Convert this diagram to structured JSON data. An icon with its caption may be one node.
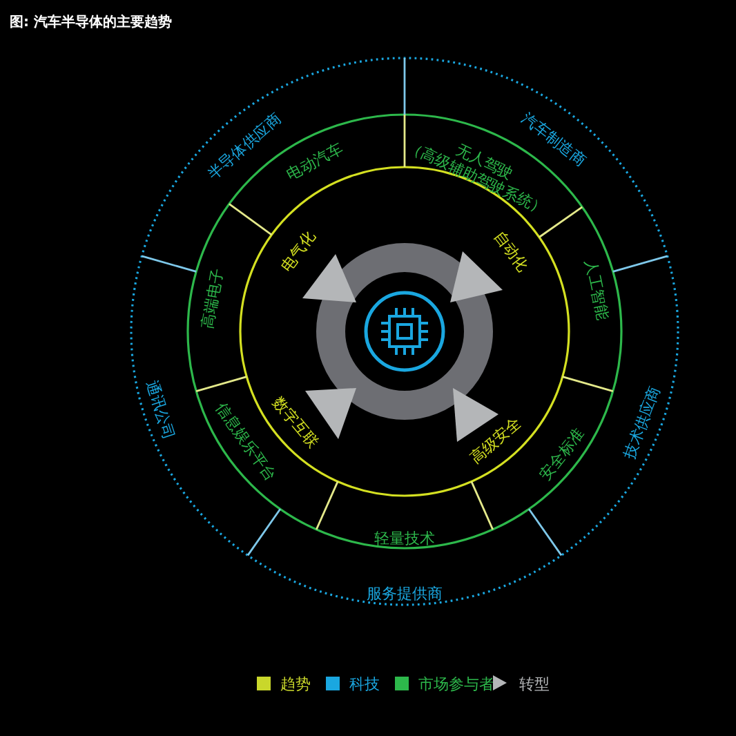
{
  "diagram": {
    "title": "图: 汽车半导体的主要趋势",
    "nodes": [
      {
        "text": [
          "电气化"
        ]
      },
      {
        "text": [
          "自动化"
        ]
      },
      {
        "text": [
          "高级安全"
        ]
      },
      {
        "text": [
          "数字互联"
        ]
      },
      {
        "text": [
          "电动汽车"
        ]
      },
      {
        "text": [
          "无人驾驶",
          "（高级辅助驾驶系统）"
        ]
      },
      {
        "text": [
          "人工智能"
        ]
      },
      {
        "text": [
          "安全标准"
        ]
      },
      {
        "text": [
          "轻量技术"
        ]
      },
      {
        "text": [
          "信息娱乐平台"
        ]
      },
      {
        "text": [
          "高端电子"
        ]
      },
      {
        "text": [
          "半导体供应商"
        ]
      },
      {
        "text": [
          "汽车制造商"
        ]
      },
      {
        "text": [
          "技术供应商"
        ]
      },
      {
        "text": [
          "服务提供商"
        ]
      },
      {
        "text": [
          "通讯公司"
        ]
      }
    ],
    "edges": [],
    "legend": [
      {
        "text": "趋势",
        "color": "#c9d72b"
      },
      {
        "text": "科技",
        "color": "#1aa7e0"
      },
      {
        "text": "市场参与者",
        "color": "#2db84b"
      },
      {
        "text": "转型"
      }
    ]
  }
}
